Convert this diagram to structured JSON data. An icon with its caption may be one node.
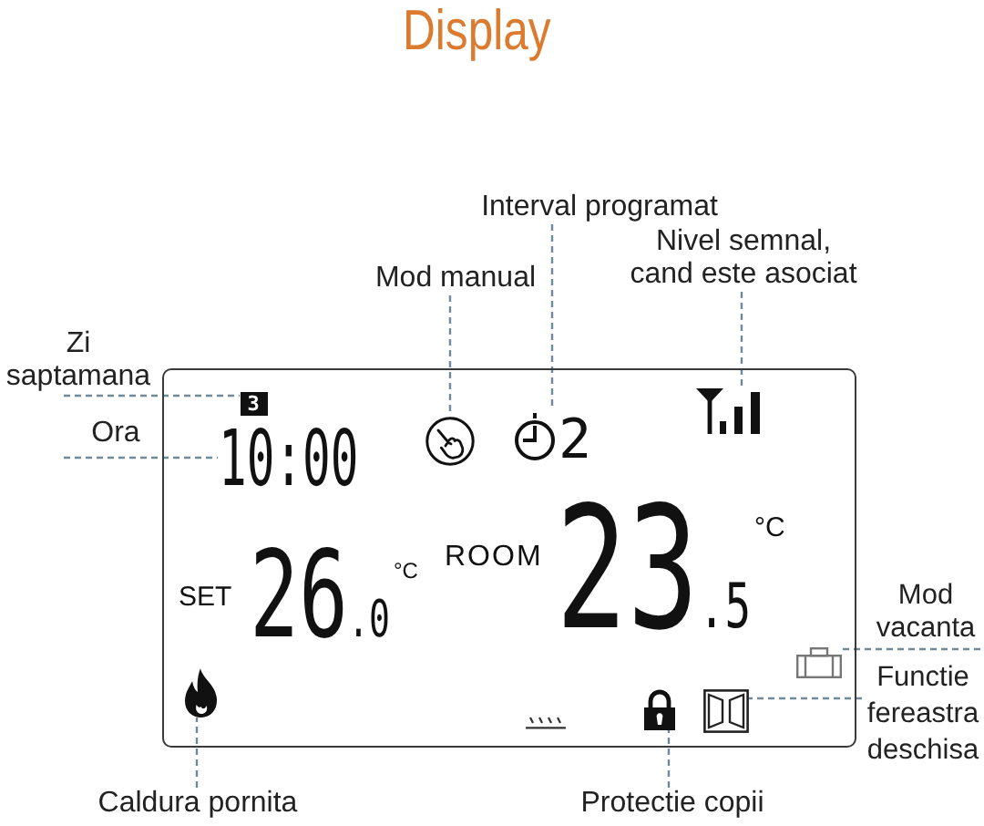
{
  "diagram": {
    "title": "Display",
    "nodes": [
      {
        "text": [],
        "shape": "box"
      },
      {
        "text": [
          "Interval programat"
        ]
      },
      {
        "text": [
          "Nivel semnal, cand este asociat"
        ]
      },
      {
        "text": [
          "Mod manual"
        ]
      },
      {
        "text": [
          "Zi saptamana"
        ]
      },
      {
        "text": [
          "3"
        ],
        "in": 0
      },
      {
        "text": [],
        "shape": "picture",
        "in": 0
      },
      {
        "text": [],
        "shape": "circle",
        "in": 0,
        "beside": [
          "2"
        ]
      },
      {
        "text": [],
        "shape": "picture",
        "in": 0
      },
      {
        "text": [
          "Ora"
        ]
      },
      {
        "text": [
          "10:00"
        ],
        "in": 0
      },
      {
        "text": [
          "Mod vacanta"
        ]
      },
      {
        "text": [],
        "shape": "picture",
        "in": 0
      },
      {
        "text": [],
        "shape": "picture",
        "in": 0
      },
      {
        "text": [],
        "shape": "box",
        "in": 0
      },
      {
        "text": [],
        "shape": "picture",
        "in": 0
      },
      {
        "text": [
          "Functie fereastra deschisa"
        ]
      },
      {
        "text": [
          "Caldura pornita"
        ]
      },
      {
        "text": [
          "Protectie copii"
        ]
      }
    ],
    "edges": [
      {
        "from": 1,
        "to": 7,
        "arrow": "none",
        "style": "dashed"
      },
      {
        "from": 2,
        "to": 8,
        "arrow": "none",
        "style": "dashed"
      },
      {
        "from": 3,
        "to": 6,
        "arrow": "none",
        "style": "dashed"
      },
      {
        "from": 4,
        "to": 5,
        "arrow": "none",
        "style": "dashed"
      },
      {
        "from": 9,
        "to": 10,
        "arrow": "none",
        "style": "dashed"
      },
      {
        "from": 11,
        "to": 12,
        "arrow": "none",
        "style": "dashed"
      },
      {
        "from": 16,
        "to": 15,
        "arrow": "none",
        "style": "dashed"
      },
      {
        "from": 17,
        "to": 13,
        "arrow": "none",
        "style": "dashed"
      },
      {
        "from": 18,
        "to": 14,
        "arrow": "none",
        "style": "dashed"
      }
    ],
    "labels": [
      "SET",
      "26.0",
      "°C",
      "ROOM",
      "23.5",
      "°C"
    ]
  }
}
